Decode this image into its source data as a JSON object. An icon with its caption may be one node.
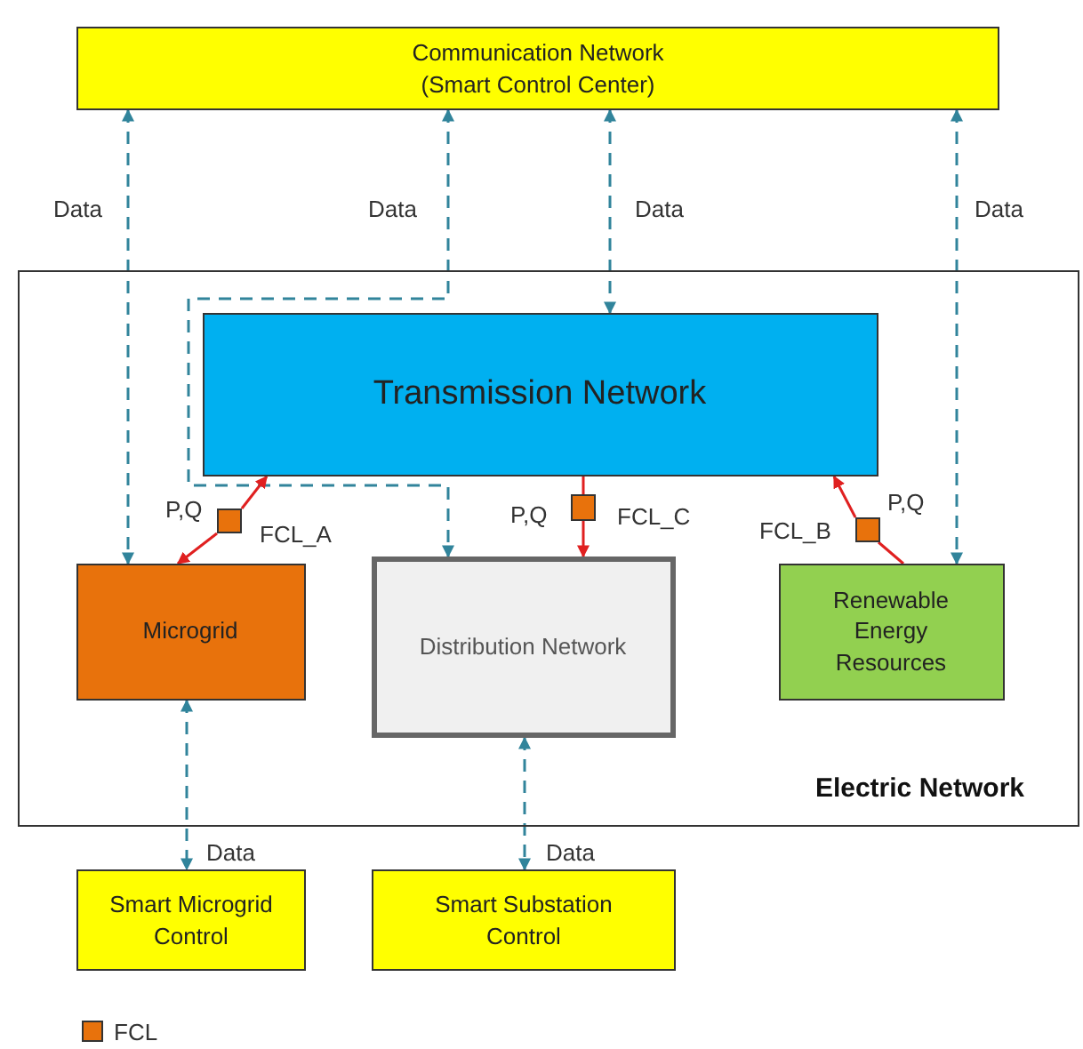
{
  "diagram": {
    "nodes": [
      {
        "text": [
          "Communication Network (Smart Control Center)"
        ]
      },
      {
        "text": [
          "Electric Network"
        ]
      },
      {
        "text": [
          "Transmission Network"
        ],
        "in": 1
      },
      {
        "text": [
          "Microgrid"
        ],
        "in": 1
      },
      {
        "text": [
          "Distribution Network"
        ],
        "in": 1
      },
      {
        "text": [
          "Renewable Energy Resources"
        ],
        "in": 1
      },
      {
        "text": [],
        "shape": "box",
        "in": 1,
        "beside": [
          "P,Q",
          "FCL_A"
        ]
      },
      {
        "text": [],
        "shape": "box",
        "in": 1,
        "beside": [
          "P,Q",
          "FCL_C"
        ]
      },
      {
        "text": [],
        "shape": "box",
        "in": 1,
        "beside": [
          "FCL_B",
          "P,Q"
        ]
      },
      {
        "text": [
          "Smart Microgrid Control"
        ]
      },
      {
        "text": [
          "Smart Substation Control"
        ]
      }
    ],
    "edges": [
      {
        "from": 0,
        "to": 3,
        "arrow": "both",
        "style": "dashed",
        "label": "Data"
      },
      {
        "from": 0,
        "to": 4,
        "arrow": "both",
        "style": "dashed",
        "label": "Data"
      },
      {
        "from": 0,
        "to": 2,
        "arrow": "both",
        "style": "dashed",
        "label": "Data"
      },
      {
        "from": 0,
        "to": 5,
        "arrow": "both",
        "style": "dashed",
        "label": "Data"
      },
      {
        "from": 6,
        "to": 2,
        "arrow": "to",
        "color": "#e02020"
      },
      {
        "from": 6,
        "to": 3,
        "arrow": "to",
        "color": "#e02020"
      },
      {
        "from": 2,
        "to": 7,
        "arrow": "none",
        "color": "#e02020"
      },
      {
        "from": 7,
        "to": 4,
        "arrow": "to",
        "color": "#e02020"
      },
      {
        "from": 5,
        "to": 8,
        "arrow": "none",
        "color": "#e02020"
      },
      {
        "from": 8,
        "to": 2,
        "arrow": "to",
        "color": "#e02020"
      },
      {
        "from": 3,
        "to": 9,
        "arrow": "both",
        "style": "dashed",
        "label": "Data"
      },
      {
        "from": 4,
        "to": 10,
        "arrow": "both",
        "style": "dashed",
        "label": "Data"
      }
    ],
    "legend": [
      {
        "text": "FCL",
        "color": "#e8720c"
      }
    ]
  }
}
